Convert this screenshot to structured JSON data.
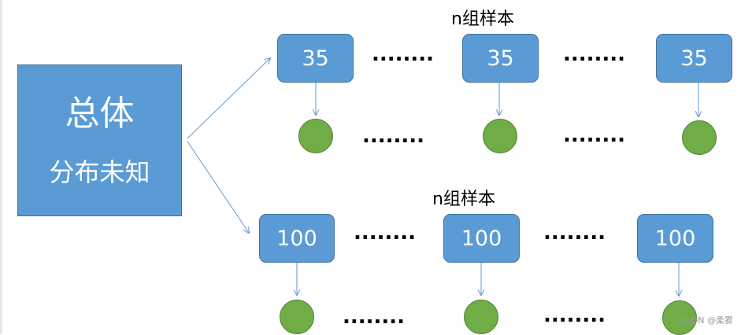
{
  "population": {
    "title": "总体",
    "subtitle": "分布未知"
  },
  "groups": [
    {
      "label": "n组样本",
      "value": "35"
    },
    {
      "label": "n组样本",
      "value": "100"
    }
  ],
  "ellipsis": "........",
  "watermark": "CSDN @柔雾",
  "colors": {
    "box_fill": "#5b9bd5",
    "box_border": "#41719c",
    "circle_fill": "#70ad47",
    "arrow": "#5b9bd5"
  }
}
